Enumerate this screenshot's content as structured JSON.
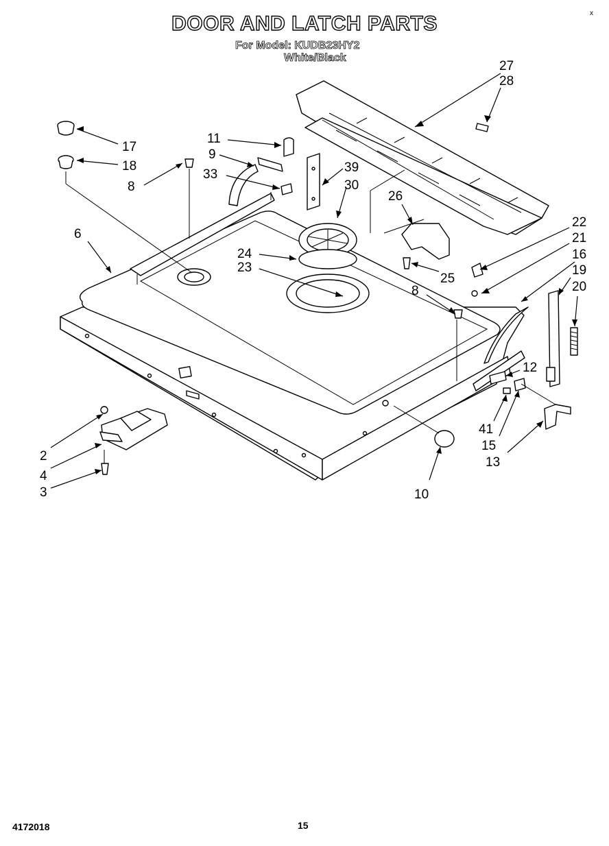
{
  "header": {
    "title": "DOOR AND LATCH PARTS",
    "model_line": "For Model: KUDB23HY2",
    "color_line": "White/Black"
  },
  "footer": {
    "doc_number": "4172018",
    "page_number": "15"
  },
  "corner_mark": "x",
  "callouts": {
    "c27": "27",
    "c28": "28",
    "c17": "17",
    "c18": "18",
    "c11": "11",
    "c9": "9",
    "c39": "39",
    "c33": "33",
    "c30": "30",
    "c8a": "8",
    "c26": "26",
    "c6": "6",
    "c22": "22",
    "c21": "21",
    "c24": "24",
    "c23": "23",
    "c16": "16",
    "c19": "19",
    "c25": "25",
    "c20": "20",
    "c8b": "8",
    "c12": "12",
    "c2": "2",
    "c41": "41",
    "c4": "4",
    "c15": "15",
    "c3": "3",
    "c13": "13",
    "c10": "10"
  }
}
